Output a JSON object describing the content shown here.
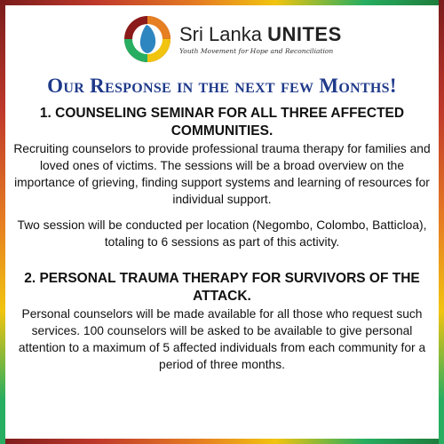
{
  "brand": {
    "name_regular": "Sri Lanka ",
    "name_bold": "UNITES",
    "tagline": "Youth Movement for Hope and Reconciliation",
    "colors": [
      "#8b1a1a",
      "#e67e22",
      "#f1c40f",
      "#27ae60",
      "#2e86c1"
    ]
  },
  "headline": "Our Response in the next few Months!",
  "sections": [
    {
      "title": "1. COUNSELING SEMINAR FOR ALL THREE AFFECTED COMMUNITIES.",
      "paragraphs": [
        "Recruiting counselors to provide professional trauma therapy for families and loved ones of victims. The sessions will be a broad overview on the importance of grieving, finding support systems and learning of resources for individual support.",
        "Two session will be conducted per location (Negombo, Colombo, Batticloa), totaling to 6 sessions as part of this activity."
      ]
    },
    {
      "title": "2.  PERSONAL TRAUMA THERAPY FOR SURVIVORS OF THE ATTACK.",
      "paragraphs": [
        "Personal counselors will be made available for all those who request such services.  100 counselors will be asked to be available to give personal attention to a maximum of 5 affected individuals from each community for a period of three months."
      ]
    }
  ]
}
